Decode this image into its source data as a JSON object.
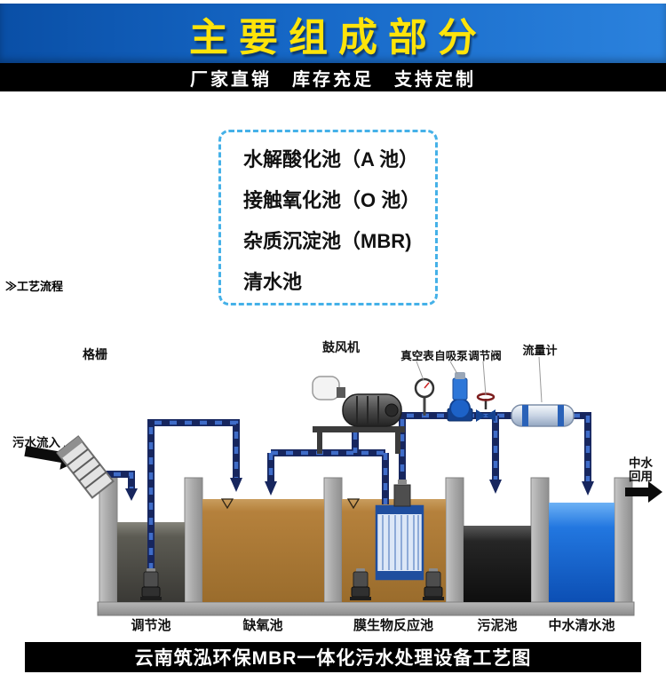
{
  "header": {
    "title": "主要组成部分",
    "subtitle": "厂家直销　库存充足　支持定制"
  },
  "components": {
    "items": [
      "水解酸化池（A 池）",
      "接触氧化池（O 池）",
      "杂质沉淀池（MBR)",
      "清水池"
    ]
  },
  "process_flow_label": "≫工艺流程",
  "diagram": {
    "labels": {
      "screen": "格栅",
      "blower": "鼓风机",
      "vacuum_gauge": "真空表",
      "self_priming_pump": "自吸泵",
      "regulating_valve": "调节阀",
      "flow_meter": "流量计",
      "inflow": "污水流入",
      "reuse_line1": "中水",
      "reuse_line2": "回用"
    },
    "tanks": [
      "调节池",
      "缺氧池",
      "膜生物反应池",
      "污泥池",
      "中水清水池"
    ]
  },
  "footer": {
    "caption": "云南筑泓环保MBR一体化污水处理设备工艺图"
  },
  "colors": {
    "banner_blue": "#1668c7",
    "title_yellow": "#ffe40a",
    "bar_black": "#000000",
    "dashed_border_blue": "#45b1e8",
    "anoxic_brown": "#b5813c",
    "sludge_black": "#1a1a1a",
    "clear_water_blue": "#1565d8",
    "tank_wall_gray": "#a8a8a8",
    "pipe_navy": "#17265e",
    "pipe_dash_blue": "#3f6cc8"
  }
}
